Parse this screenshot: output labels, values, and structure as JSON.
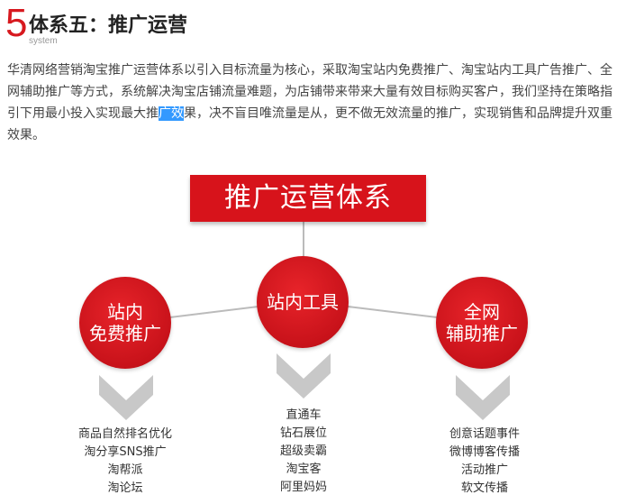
{
  "heading": {
    "number": "5",
    "title": "体系五：推广运营",
    "subtitle": "system"
  },
  "paragraph": {
    "before": "华清网络营销淘宝推广运营体系以引入目标流量为核心，采取淘宝站内免费推广、淘宝站内工具广告推广、全网辅助推广等方式，系统解决淘宝店铺流量难题，为店铺带来带来大量有效目标购买客户，我们坚持在策略指引下用最小投入实现最大推",
    "selected": "广效",
    "after": "果，决不盲目唯流量是从，更不做无效流量的推广，实现销售和品牌提升双重效果。"
  },
  "diagram": {
    "root": "推广运营体系",
    "branches": [
      {
        "lines": [
          "站内",
          "免费推广"
        ],
        "items": [
          "商品自然排名优化",
          "淘分享SNS推广",
          "淘帮派",
          "淘论坛"
        ]
      },
      {
        "lines": [
          "站内工具"
        ],
        "items": [
          "直通车",
          "钻石展位",
          "超级卖霸",
          "淘宝客",
          "阿里妈妈"
        ]
      },
      {
        "lines": [
          "全网",
          "辅助推广"
        ],
        "items": [
          "创意话题事件",
          "微博博客传播",
          "活动推广",
          "软文传播"
        ]
      }
    ]
  },
  "colors": {
    "accent_red": "#d7131b",
    "selection_blue": "#3399ff",
    "chevron_gray": "#c8c8c8"
  }
}
